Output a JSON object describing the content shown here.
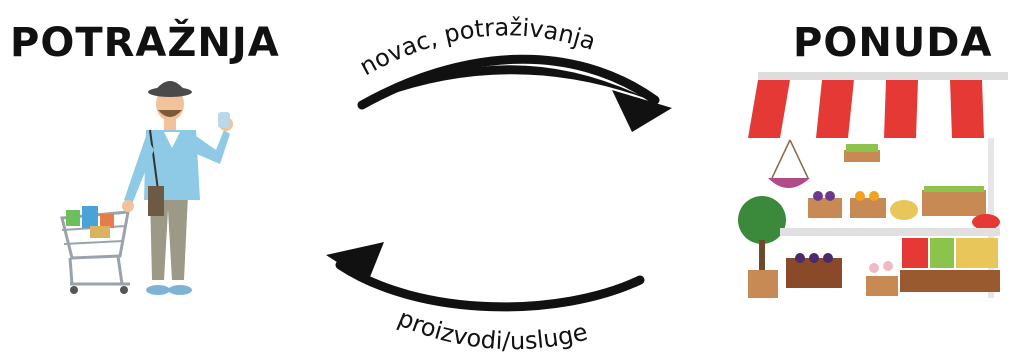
{
  "demand": {
    "title": "POTRAŽNJA"
  },
  "supply": {
    "title": "PONUDA"
  },
  "flows": {
    "top_label": "novac, potraživanja",
    "bottom_label": "proizvodi/usluge"
  },
  "colors": {
    "text": "#111111",
    "arrow": "#111111",
    "awning_red": "#e53935",
    "shirt": "#8ec9e6",
    "pants": "#9c9a86"
  }
}
